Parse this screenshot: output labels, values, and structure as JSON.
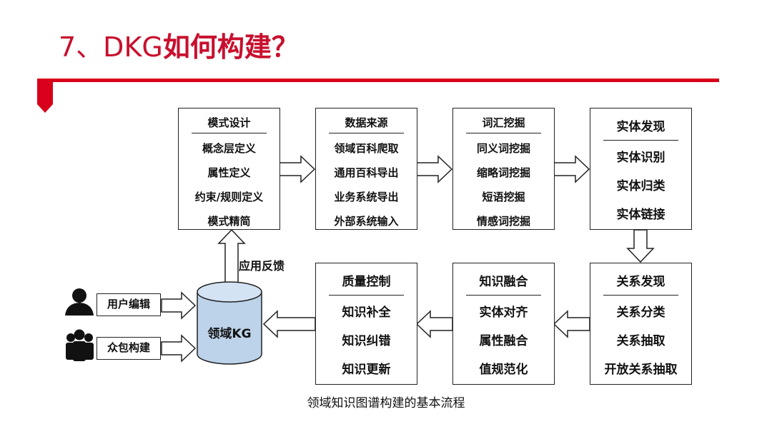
{
  "title": {
    "prefix": "7、DKG",
    "main": "如何构建？"
  },
  "boxes": {
    "schema": {
      "header": "模式设计",
      "items": [
        "概念层定义",
        "属性定义",
        "约束/规则定义",
        "模式精简"
      ]
    },
    "datasource": {
      "header": "数据来源",
      "items": [
        "领域百科爬取",
        "通用百科导出",
        "业务系统导出",
        "外部系统输入"
      ]
    },
    "wordmining": {
      "header": "词汇挖掘",
      "items": [
        "同义词挖掘",
        "缩略词挖掘",
        "短语挖掘",
        "情感词挖掘"
      ]
    },
    "entity": {
      "header": "实体发现",
      "items": [
        "实体识别",
        "实体归类",
        "实体链接"
      ]
    },
    "relation": {
      "header": "关系发现",
      "items": [
        "关系分类",
        "关系抽取",
        "开放关系抽取"
      ]
    },
    "fusion": {
      "header": "知识融合",
      "items": [
        "实体对齐",
        "属性融合",
        "值规范化"
      ]
    },
    "quality": {
      "header": "质量控制",
      "items": [
        "知识补全",
        "知识纠错",
        "知识更新"
      ]
    }
  },
  "kg": {
    "label": "领域KG",
    "fill": "#bcd3ea"
  },
  "inputs": {
    "user_edit": "用户编辑",
    "crowd_build": "众包构建"
  },
  "feedback_label": "应用反馈",
  "caption": "领域知识图谱构建的基本流程",
  "colors": {
    "accent": "#d9001b",
    "title": "#c8102e"
  },
  "icons": [
    "user-icon",
    "crowd-icon"
  ]
}
